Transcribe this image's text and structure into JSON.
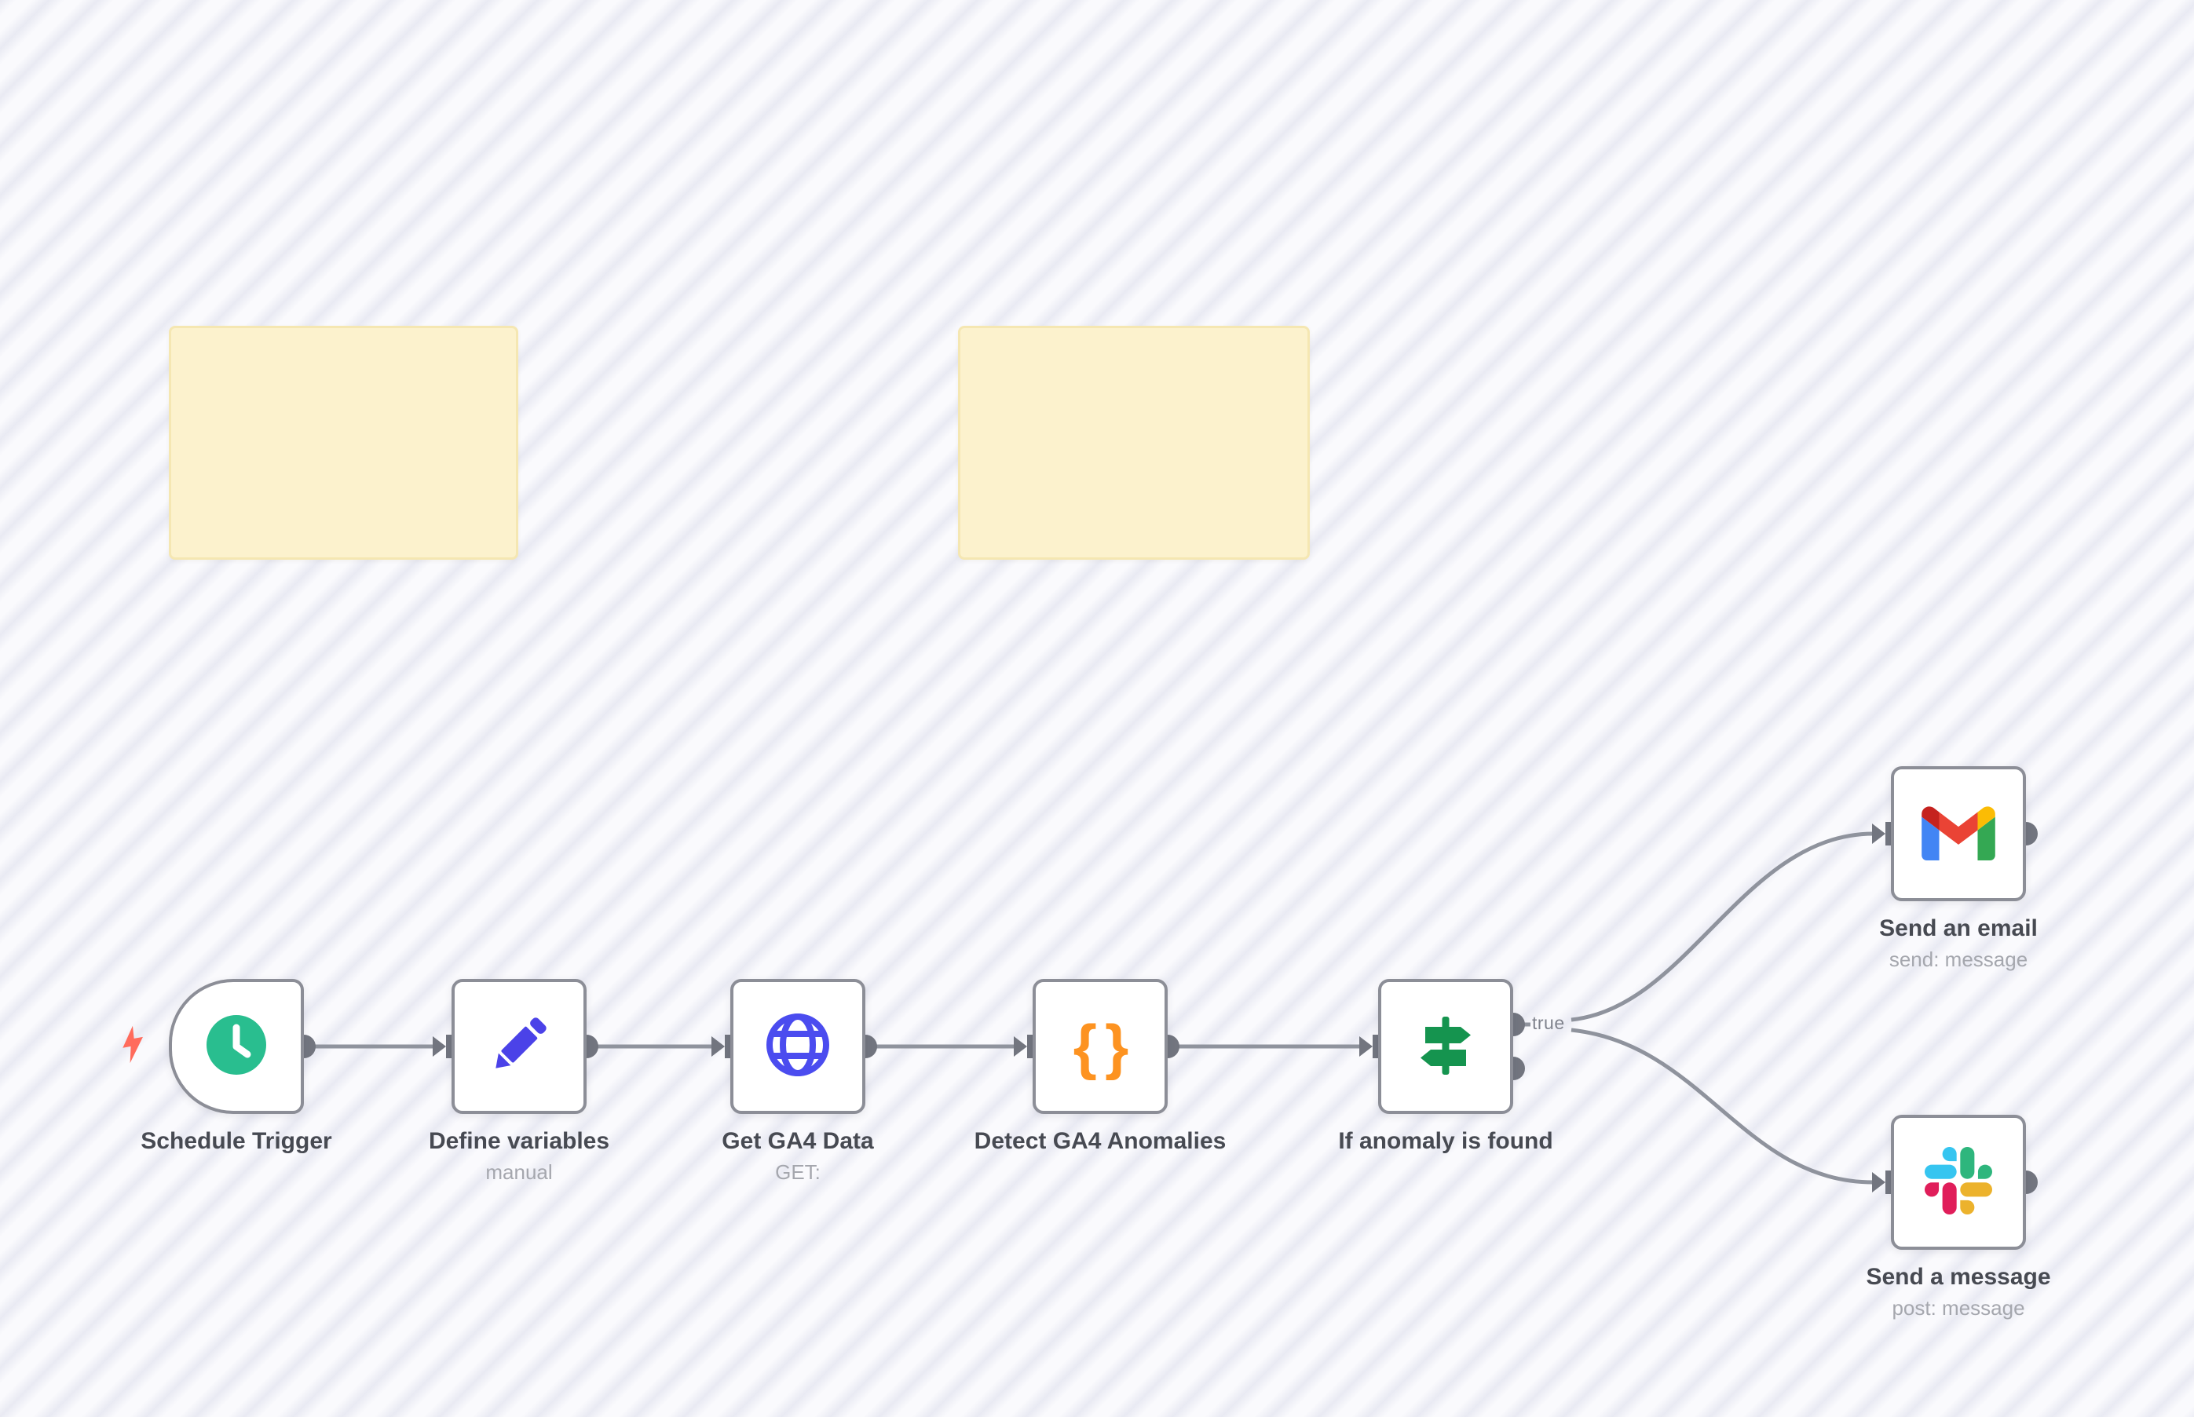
{
  "app": {
    "title": "n8n workflow canvas"
  },
  "sticky_notes": [
    {
      "content": ""
    },
    {
      "content": ""
    }
  ],
  "nodes": [
    {
      "id": "schedule-trigger",
      "title": "Schedule Trigger",
      "subtitle": "",
      "icon": "clock-icon",
      "icon_color": "#29be8f",
      "shape": "trigger"
    },
    {
      "id": "define-variables",
      "title": "Define variables",
      "subtitle": "manual",
      "icon": "pencil-icon",
      "icon_color": "#4b42e8",
      "shape": "square"
    },
    {
      "id": "get-ga4-data",
      "title": "Get GA4 Data",
      "subtitle": "GET:",
      "icon": "globe-icon",
      "icon_color": "#4b4cef",
      "shape": "square"
    },
    {
      "id": "detect-ga4-anomalies",
      "title": "Detect GA4 Anomalies",
      "subtitle": "",
      "icon": "code-braces-icon",
      "icon_glyph": "{}",
      "icon_color": "#fd9321",
      "shape": "square"
    },
    {
      "id": "if-anomaly-is-found",
      "title": "If anomaly is found",
      "subtitle": "",
      "icon": "signpost-icon",
      "icon_color": "#15944f",
      "shape": "square"
    },
    {
      "id": "send-an-email",
      "title": "Send an email",
      "subtitle": "send: message",
      "icon": "gmail-icon",
      "shape": "square"
    },
    {
      "id": "send-a-message",
      "title": "Send a message",
      "subtitle": "post: message",
      "icon": "slack-icon",
      "shape": "square"
    }
  ],
  "connections": {
    "true_label": "true",
    "wire_color": "#8f939d",
    "port_color": "#72757f"
  },
  "colors": {
    "canvas_light": "#fafafd",
    "canvas_stripe": "#e9eaf3",
    "node_border": "#8c8e97",
    "sticky_bg": "#fcf2cd",
    "sticky_border": "#f5e7b2",
    "trigger_indicator": "#ff6b5c",
    "gmail": [
      "#4285f4",
      "#34a853",
      "#fbbc04",
      "#ea4335",
      "#c5221f"
    ],
    "slack": [
      "#36c5f0",
      "#2eb67d",
      "#e01e5a",
      "#ecb22c"
    ]
  }
}
